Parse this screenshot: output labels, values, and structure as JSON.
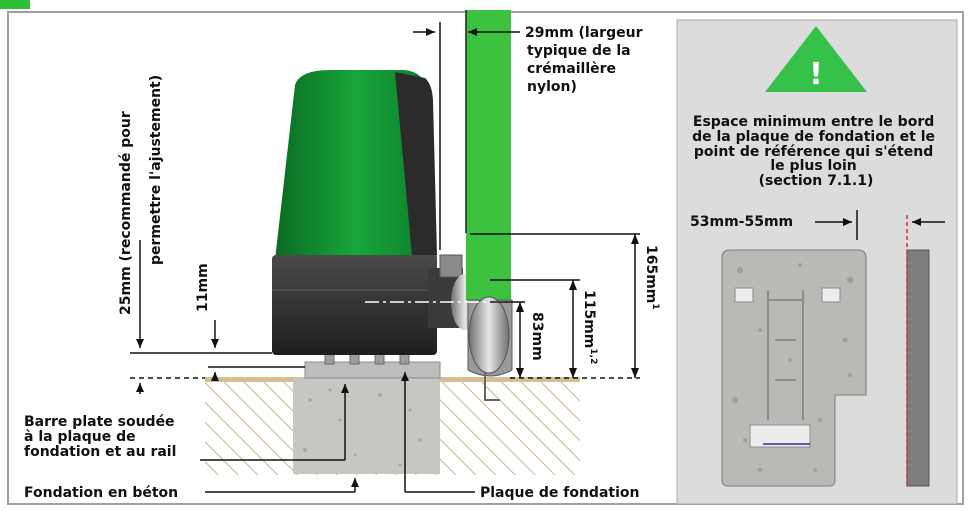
{
  "colors": {
    "accent_green": "#2fbf3a",
    "motor_green": "#0f8a2c",
    "panel_grey": "#dcdcdc",
    "frame_grey": "#9a9a9a",
    "ground_tan": "#c9b48c",
    "concrete": "#c8c8c4",
    "warning_green": "#36c24a"
  },
  "labels": {
    "rack_width": [
      "29mm (largeur",
      "typique de la",
      "crémaillère",
      "nylon)"
    ],
    "adjust": [
      "25mm (recommandé pour",
      "permettre l'ajustement)"
    ],
    "dim_11": "11mm",
    "dim_165": "165mm",
    "dim_165_sup": "1",
    "dim_115": "115mm",
    "dim_115_sup": "1,2",
    "dim_83": "83mm",
    "flat_bar": [
      "Barre plate soudée",
      "à la plaque de",
      "fondation et au rail"
    ],
    "foundation": "Fondation en béton",
    "base_plate": "Plaque de fondation"
  },
  "side_panel": {
    "warning_symbol": "!",
    "min_space": [
      "Espace minimum entre le bord",
      "de la plaque de fondation et le",
      "point de référence qui s'étend",
      "le plus loin",
      "(section 7.1.1)"
    ],
    "gap": "53mm-55mm"
  },
  "icons": [
    "warning-triangle-icon",
    "arrow-icon"
  ]
}
